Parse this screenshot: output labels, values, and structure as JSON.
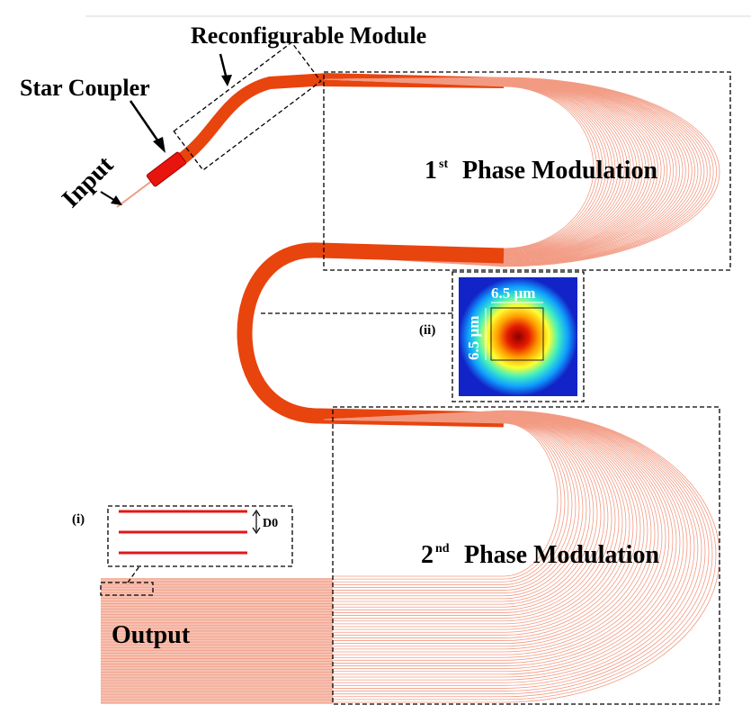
{
  "labels": {
    "reconfigurable_module": "Reconfigurable Module",
    "star_coupler": "Star Coupler",
    "input": "Input",
    "output": "Output",
    "phase1_num": "1",
    "phase1_sup": "st",
    "phase1_text": "Phase Modulation",
    "phase2_num": "2",
    "phase2_sup": "nd",
    "phase2_text": "Phase Modulation",
    "inset_i": "(i)",
    "inset_ii": "(ii)",
    "spacing": "D0",
    "mode_width": "6.5 µm",
    "mode_height": "6.5 µm"
  },
  "colors": {
    "waveguide": "#e8440e",
    "fiber_lines": "#f29a82",
    "output_fill": "#f7c3b4",
    "coupler": "#e8140e",
    "inset_line": "#e01818",
    "mode_background": "#1224c8"
  }
}
